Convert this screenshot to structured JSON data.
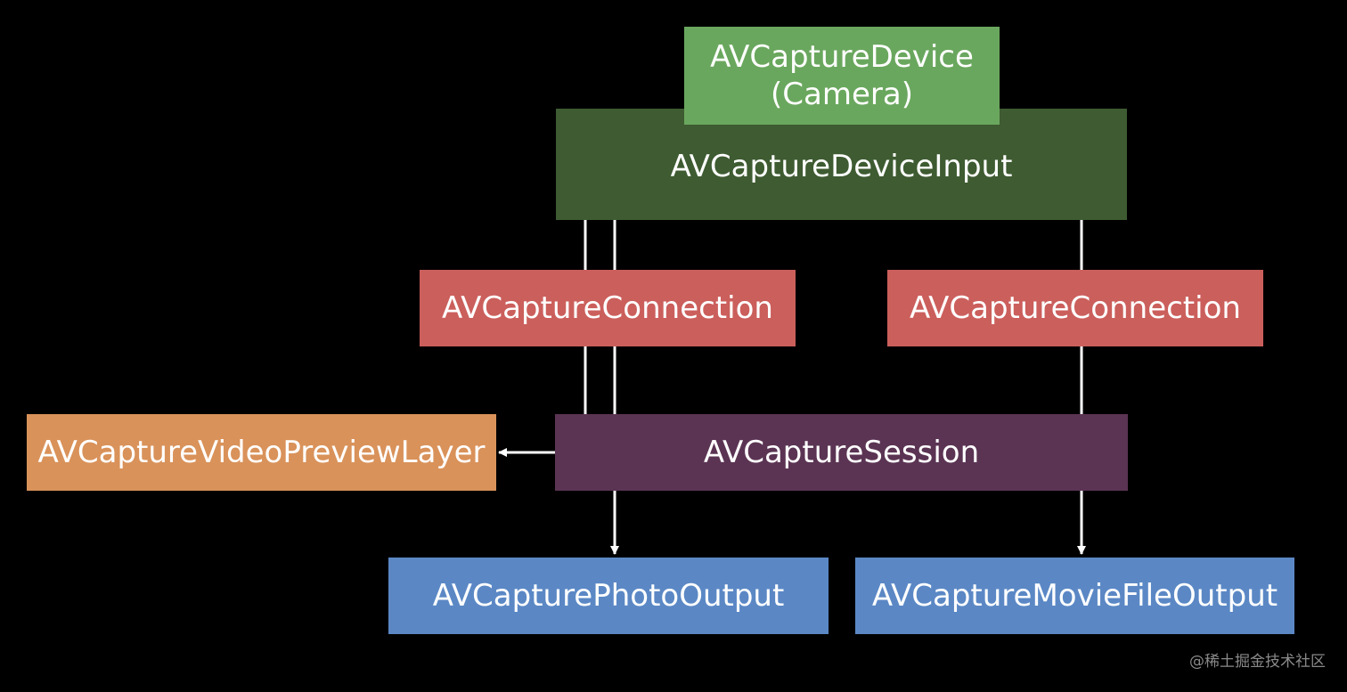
{
  "colors": {
    "background": "#000000",
    "device": "#6aa75e",
    "device_input": "#3e5b31",
    "connection": "#cb5f5c",
    "preview_layer": "#d9925a",
    "session": "#5b3453",
    "output": "#5b88c5",
    "connector": "#ffffff"
  },
  "nodes": {
    "device": {
      "line1": "AVCaptureDevice",
      "line2": "(Camera)"
    },
    "device_input": {
      "label": "AVCaptureDeviceInput"
    },
    "connection_left": {
      "label": "AVCaptureConnection"
    },
    "connection_right": {
      "label": "AVCaptureConnection"
    },
    "preview_layer": {
      "label": "AVCaptureVideoPreviewLayer"
    },
    "session": {
      "label": "AVCaptureSession"
    },
    "photo_output": {
      "label": "AVCapturePhotoOutput"
    },
    "movie_output": {
      "label": "AVCaptureMovieFileOutput"
    }
  },
  "watermark": "@稀土掘金技术社区"
}
